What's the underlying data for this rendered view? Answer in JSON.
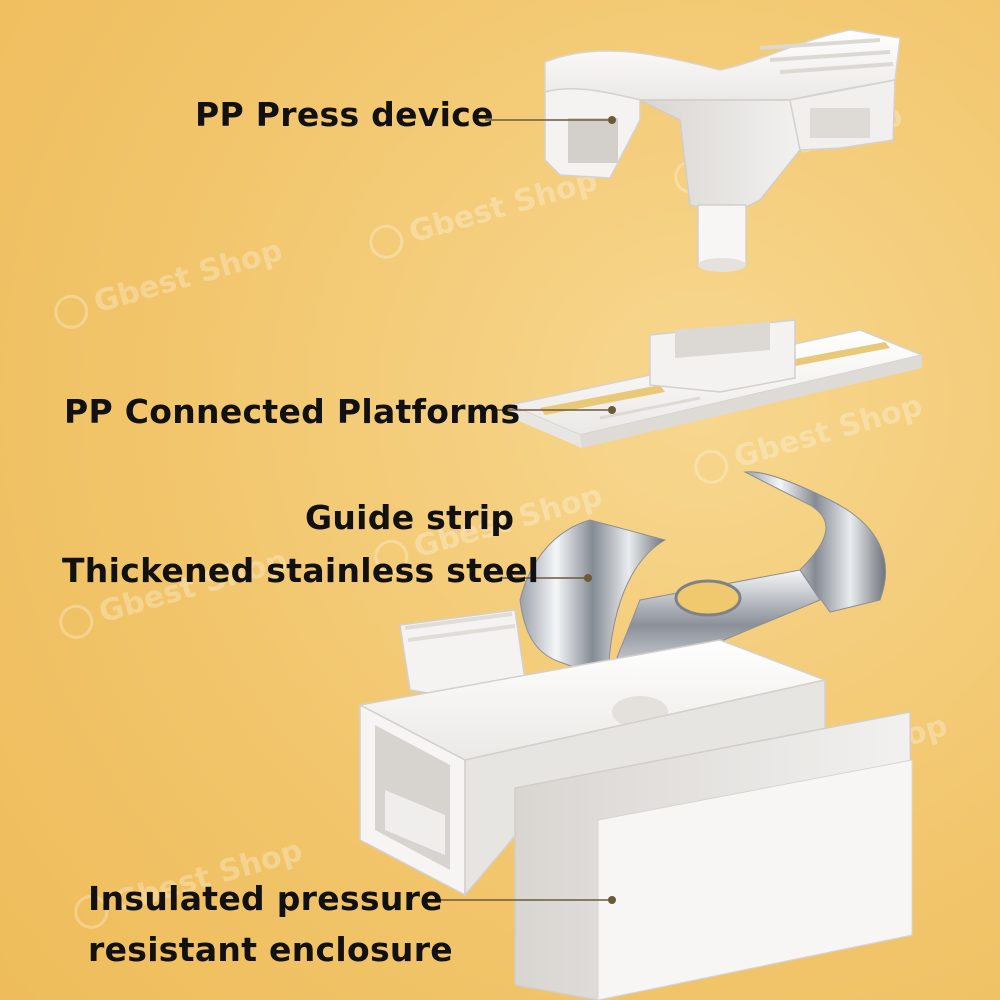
{
  "labels": {
    "press_device": "PP Press device",
    "platforms": "PP Connected Platforms",
    "guide_strip": "Guide strip",
    "stainless": "Thickened stainless steel",
    "enclosure_line1": "Insulated pressure",
    "enclosure_line2": "resistant enclosure"
  },
  "watermark": "Gbest Shop",
  "colors": {
    "background": "#f2c66d",
    "part_white": "#ffffff",
    "part_shade": "#e3e1de",
    "steel_light": "#eef0f2",
    "steel_dark": "#7a7f86",
    "leader_line": "#6b5a3a",
    "text": "#111111"
  }
}
